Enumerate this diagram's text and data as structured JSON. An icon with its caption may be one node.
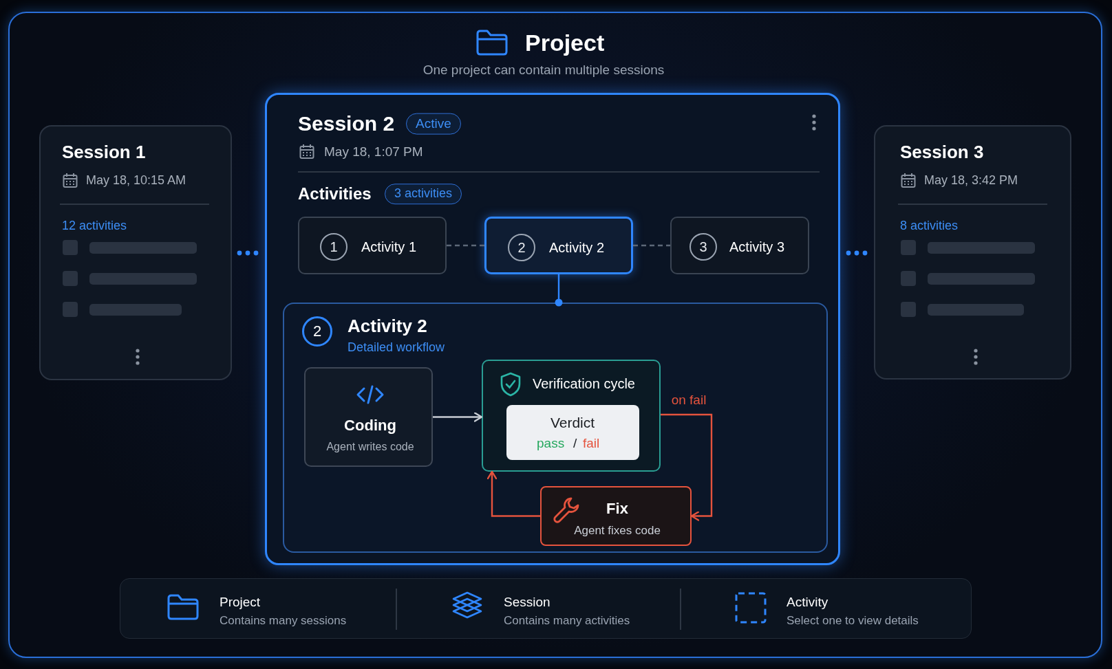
{
  "diagram": {
    "nodes": [
      {
        "text": [
          "Project",
          "One project can contain multiple sessions"
        ]
      },
      {
        "text": [
          "Session 1",
          "May 18, 10:15 AM",
          "12 activities"
        ],
        "in": 0
      },
      {
        "text": [
          "Session 2",
          "Active",
          "May 18, 1:07 PM",
          "Activities",
          "3 activities"
        ],
        "in": 0
      },
      {
        "text": [
          "1",
          "Activity 1"
        ],
        "in": 2
      },
      {
        "text": [
          "2",
          "Activity 2"
        ],
        "in": 2
      },
      {
        "text": [
          "3",
          "Activity 3"
        ],
        "in": 2
      },
      {
        "text": [
          "2",
          "Activity 2",
          "Detailed workflow"
        ],
        "in": 2
      },
      {
        "text": [
          "Coding",
          "Agent writes code"
        ],
        "in": 6
      },
      {
        "text": [
          "Verification cycle"
        ],
        "in": 6
      },
      {
        "text": [
          "Verdict",
          "pass",
          "/",
          "fail"
        ],
        "in": 8
      },
      {
        "text": [
          "Fix",
          "Agent fixes code"
        ],
        "in": 6
      },
      {
        "text": [
          "Session 3",
          "May 18, 3:42 PM",
          "8 activities"
        ],
        "in": 0
      },
      {
        "text": [],
        "shape": "box",
        "in": 0
      },
      {
        "text": [
          "Project",
          "Contains many sessions"
        ],
        "in": 12
      },
      {
        "text": [
          "Session",
          "Contains many activities"
        ],
        "in": 12
      },
      {
        "text": [
          "Activity",
          "Select one to view details"
        ],
        "in": 12
      }
    ],
    "edges": [
      {
        "from": 3,
        "to": 4,
        "arrow": "none",
        "style": "dashed"
      },
      {
        "from": 4,
        "to": 5,
        "arrow": "none",
        "style": "dashed"
      },
      {
        "from": 4,
        "to": 6,
        "arrow": "other",
        "color": "#2f86ff"
      },
      {
        "from": 7,
        "to": 8,
        "arrow": "to",
        "color": "#c8cdd4"
      },
      {
        "from": 8,
        "to": 10,
        "arrow": "to",
        "label": "on fail",
        "color": "#e5533d"
      },
      {
        "from": 10,
        "to": 8,
        "arrow": "to",
        "color": "#e5533d"
      }
    ]
  }
}
